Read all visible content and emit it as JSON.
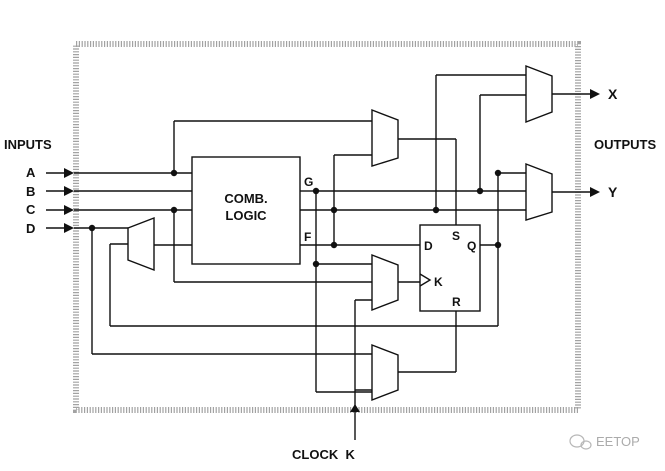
{
  "diagram": {
    "inputs_heading": "INPUTS",
    "outputs_heading": "OUTPUTS",
    "input_a": "A",
    "input_b": "B",
    "input_c": "C",
    "input_d": "D",
    "output_x": "X",
    "output_y": "Y",
    "comb_logic_line1": "COMB.",
    "comb_logic_line2": "LOGIC",
    "signal_g": "G",
    "signal_f": "F",
    "ff_d": "D",
    "ff_s": "S",
    "ff_q": "Q",
    "ff_k": "K",
    "ff_r": "R",
    "clock_label": "CLOCK  K"
  },
  "watermark": {
    "text": "EETOP"
  }
}
